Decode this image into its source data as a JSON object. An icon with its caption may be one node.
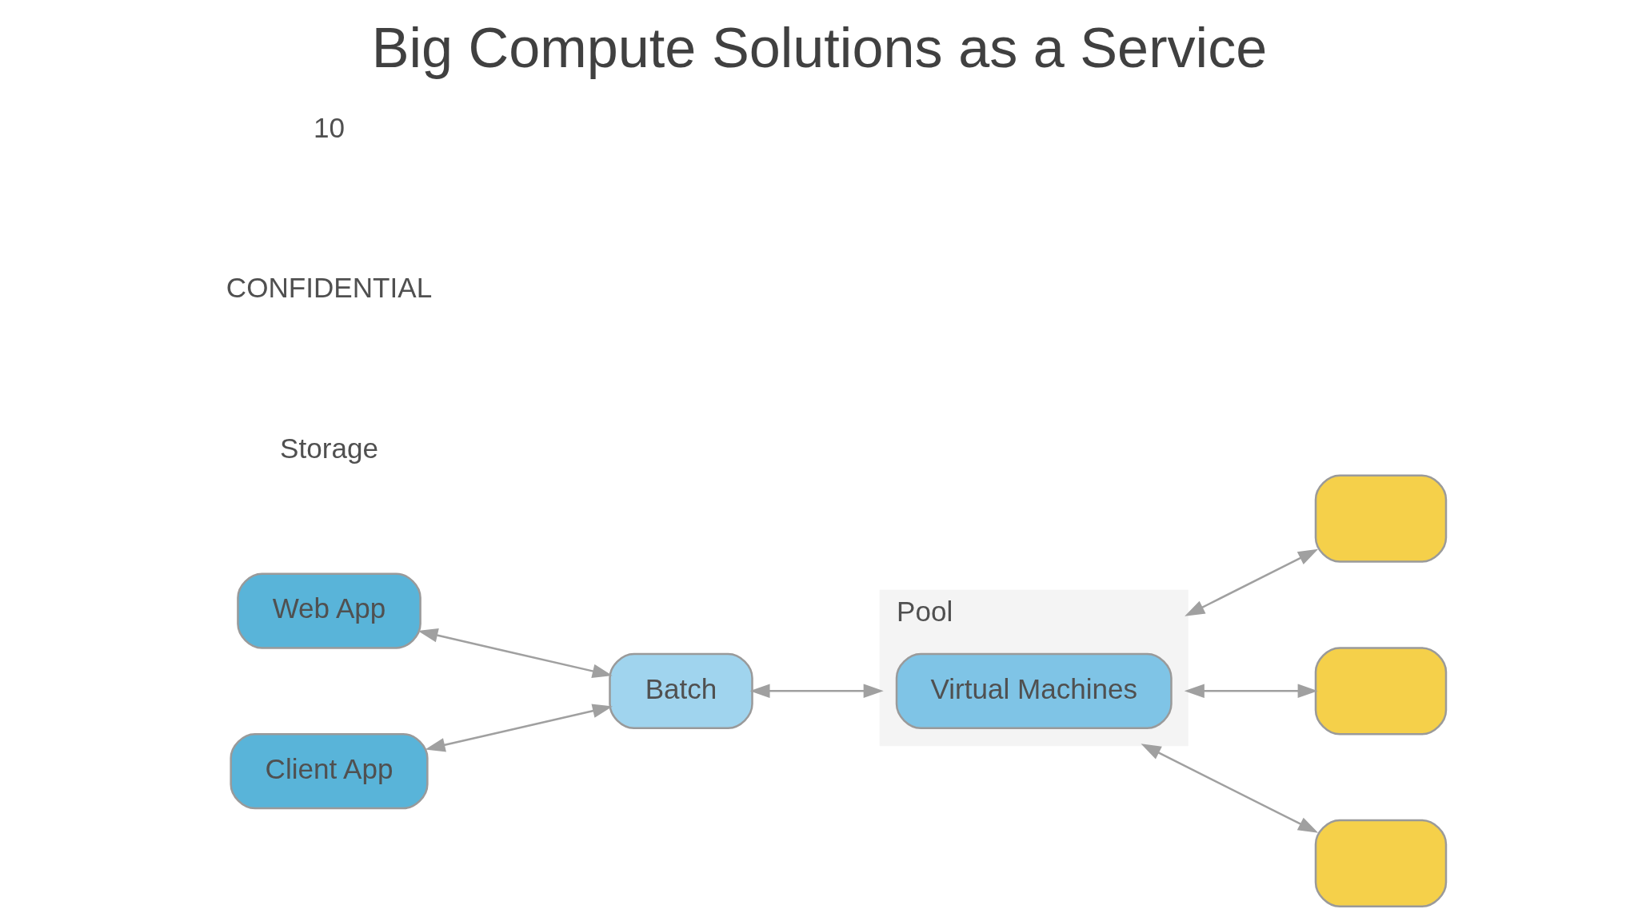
{
  "diagram": {
    "title": "Big Compute Solutions as a Service",
    "nodes": [
      {
        "text": [
          "Pool"
        ]
      },
      {
        "text": [
          "Web App"
        ]
      },
      {
        "text": [
          "Batch"
        ]
      },
      {
        "text": [
          "Client App"
        ]
      },
      {
        "text": [
          "Virtual Machines"
        ],
        "in": 0
      },
      {
        "text": [],
        "shape": "box"
      },
      {
        "text": [],
        "shape": "box"
      },
      {
        "text": [],
        "shape": "box"
      }
    ],
    "edges": [
      {
        "from": 1,
        "to": 2,
        "arrow": "both"
      },
      {
        "from": 3,
        "to": 2,
        "arrow": "both"
      },
      {
        "from": 2,
        "to": 0,
        "arrow": "both"
      },
      {
        "from": 5,
        "to": 0,
        "arrow": "both"
      },
      {
        "from": 6,
        "to": 0,
        "arrow": "both"
      },
      {
        "from": 7,
        "to": 0,
        "arrow": "both"
      }
    ],
    "labels": [
      "Storage",
      "CONFIDENTIAL",
      "10"
    ]
  }
}
